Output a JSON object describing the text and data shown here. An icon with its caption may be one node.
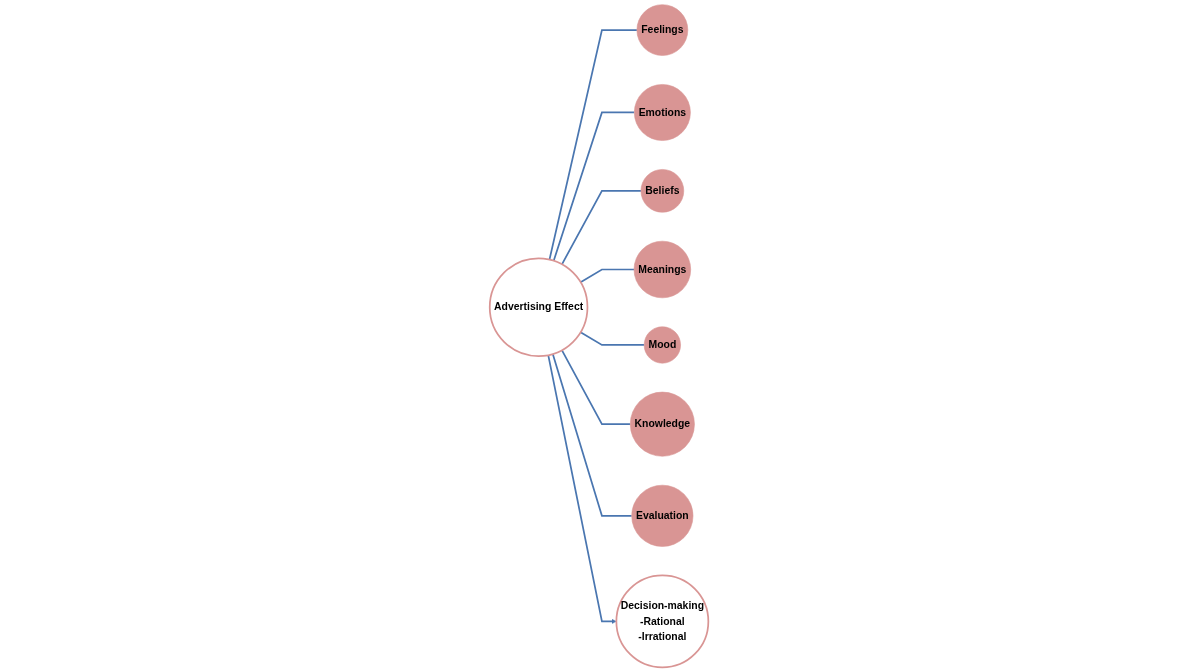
{
  "diagram": {
    "nodes": [
      {
        "text": [
          "Feelings"
        ]
      },
      {
        "text": [
          "Emotions"
        ]
      },
      {
        "text": [
          "Beliefs"
        ]
      },
      {
        "text": [
          "Advertising Effect"
        ]
      },
      {
        "text": [
          "Decision-making",
          "-Rational",
          "-Irrational"
        ]
      },
      {
        "text": [
          "Meanings"
        ]
      },
      {
        "text": [
          "Mood"
        ]
      },
      {
        "text": [
          "Knowledge"
        ]
      },
      {
        "text": [
          "Evaluation"
        ]
      }
    ],
    "edges": [
      {
        "from": 3,
        "to": 0,
        "arrow": "none"
      },
      {
        "from": 3,
        "to": 1,
        "arrow": "none"
      },
      {
        "from": 3,
        "to": 2,
        "arrow": "none"
      },
      {
        "from": 3,
        "to": 5,
        "arrow": "none"
      },
      {
        "from": 3,
        "to": 6,
        "arrow": "none"
      },
      {
        "from": 3,
        "to": 7,
        "arrow": "none"
      },
      {
        "from": 3,
        "to": 8,
        "arrow": "none"
      },
      {
        "from": 3,
        "to": 4,
        "arrow": "to"
      }
    ]
  }
}
